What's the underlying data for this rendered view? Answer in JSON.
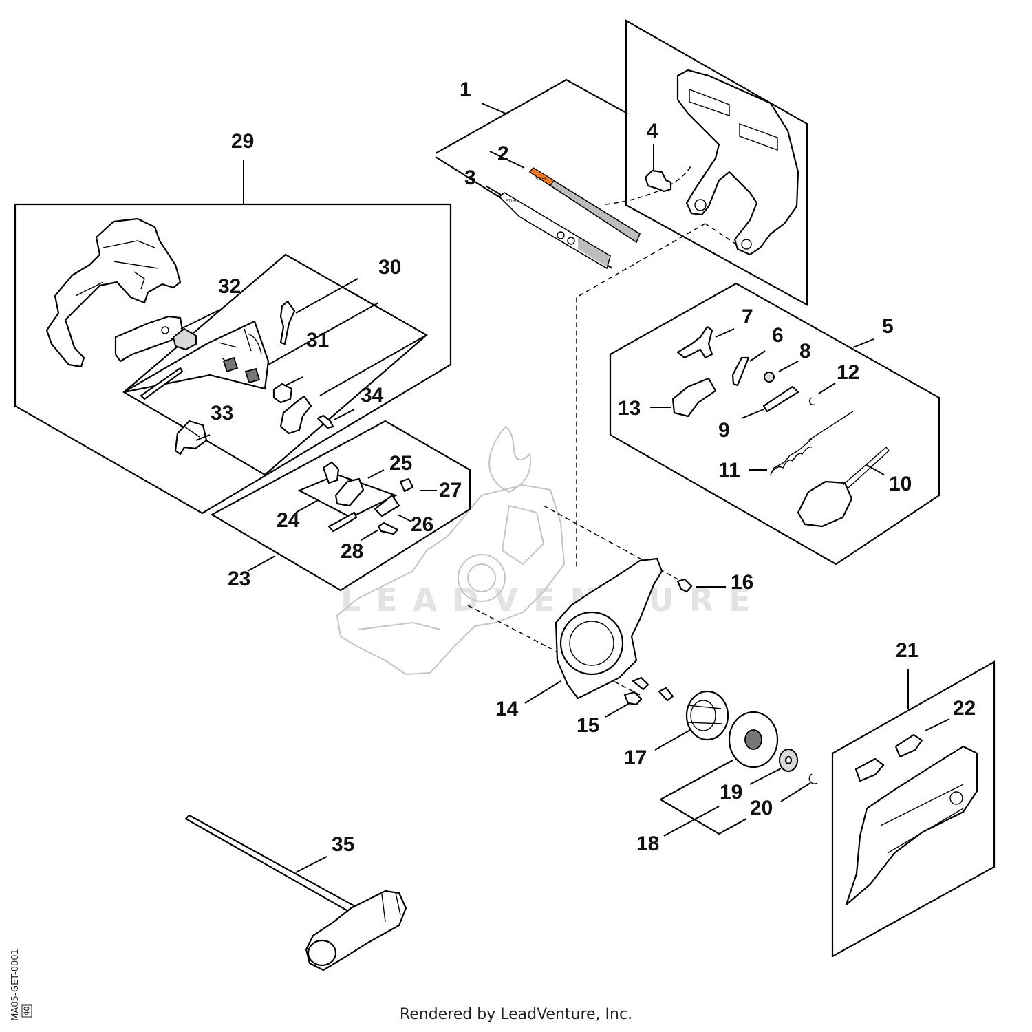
{
  "diagram": {
    "callouts": [
      "1",
      "2",
      "3",
      "4",
      "5",
      "6",
      "7",
      "8",
      "9",
      "10",
      "11",
      "12",
      "13",
      "14",
      "15",
      "16",
      "17",
      "18",
      "19",
      "20",
      "21",
      "22",
      "23",
      "24",
      "25",
      "26",
      "27",
      "28",
      "29",
      "30",
      "31",
      "32",
      "33",
      "34",
      "35"
    ],
    "decal_labels": {
      "chain_brake_label": "STIHL",
      "bar_decal_label": "STIHL"
    },
    "watermark": "LEADVENTURE",
    "colors": {
      "decal_orange": "#f07a28",
      "decal_gray": "#bdbdbd",
      "watermark_gray": "#e3e3e3"
    }
  },
  "footer": {
    "credit": "Rendered by LeadVenture, Inc.",
    "drawing_code": "MA05-GET-0001",
    "drawing_page": "40"
  }
}
